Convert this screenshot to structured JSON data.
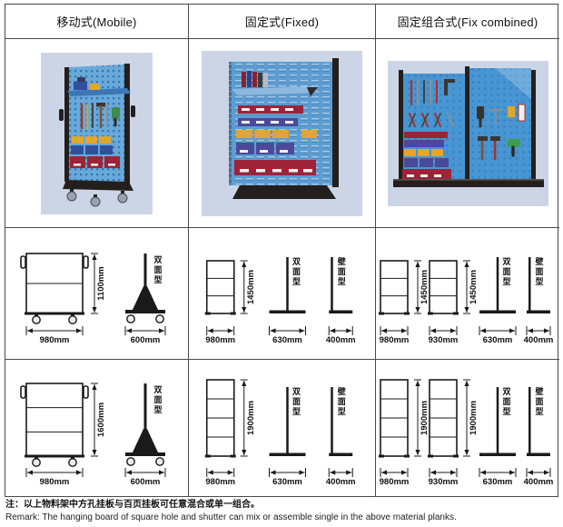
{
  "colors": {
    "table-border": "#4a4a4a",
    "photo-bg": "#ccd5e5",
    "pegboard-blue": "#66a9da",
    "panel-blue": "#5b9dd2",
    "panel-blue2": "#4795d2",
    "bin-red": "#9e2338",
    "bin-purple": "#4a4a9a",
    "bin-yellow": "#e2a62c",
    "bin-blue": "#31509c",
    "frame-dark": "#241f1d"
  },
  "header": {
    "columns": [
      {
        "label": "移动式(Mobile)"
      },
      {
        "label": "固定式(Fixed)"
      },
      {
        "label": "固定组合式(Fix combined)"
      }
    ]
  },
  "photos": [
    {
      "name": "mobile-tool-rack-photo"
    },
    {
      "name": "fixed-tool-rack-photo"
    },
    {
      "name": "combined-tool-rack-photo"
    }
  ],
  "diagram_rows": [
    {
      "cells": [
        {
          "figures": [
            {
              "kind": "cart-front",
              "sections": 2,
              "width_label": "980mm",
              "height_label": "1100mm"
            },
            {
              "kind": "cart-side",
              "width_label": "600mm",
              "type_label": "双面型"
            }
          ]
        },
        {
          "figures": [
            {
              "kind": "rack-front",
              "sections": 3,
              "width_label": "980mm",
              "height_label": "1450mm"
            },
            {
              "kind": "stand-t",
              "width_label": "630mm",
              "type_label": "双面型"
            },
            {
              "kind": "stand-l",
              "width_label": "400mm",
              "type_label": "壁面型"
            }
          ]
        },
        {
          "figures": [
            {
              "kind": "rack-front",
              "sections": 3,
              "width_label": "980mm",
              "height_label": "1450mm"
            },
            {
              "kind": "rack-front",
              "sections": 3,
              "width_label": "930mm",
              "height_label": "1450mm"
            },
            {
              "kind": "stand-t",
              "width_label": "630mm",
              "type_label": "双面型"
            },
            {
              "kind": "stand-l",
              "width_label": "400mm",
              "type_label": "壁面型"
            }
          ]
        }
      ]
    },
    {
      "cells": [
        {
          "figures": [
            {
              "kind": "cart-front",
              "sections": 3,
              "width_label": "980mm",
              "height_label": "1600mm"
            },
            {
              "kind": "cart-side",
              "width_label": "600mm",
              "type_label": "双面型"
            }
          ]
        },
        {
          "figures": [
            {
              "kind": "rack-front",
              "sections": 4,
              "width_label": "980mm",
              "height_label": "1900mm"
            },
            {
              "kind": "stand-t",
              "width_label": "630mm",
              "type_label": "双面型"
            },
            {
              "kind": "stand-l",
              "width_label": "400mm",
              "type_label": "壁面型"
            }
          ]
        },
        {
          "figures": [
            {
              "kind": "rack-front",
              "sections": 4,
              "width_label": "980mm",
              "height_label": "1900mm"
            },
            {
              "kind": "rack-front",
              "sections": 4,
              "width_label": "930mm",
              "height_label": "1900mm"
            },
            {
              "kind": "stand-t",
              "width_label": "630mm",
              "type_label": "双面型"
            },
            {
              "kind": "stand-l",
              "width_label": "400mm",
              "type_label": "壁面型"
            }
          ]
        }
      ]
    }
  ],
  "footnote": {
    "zh": "注：以上物料架中方孔挂板与百页挂板可任意混合或单一组合。",
    "en": "Remark: The hanging board of square hole and shutter can mix or assemble single in the above material planks."
  }
}
